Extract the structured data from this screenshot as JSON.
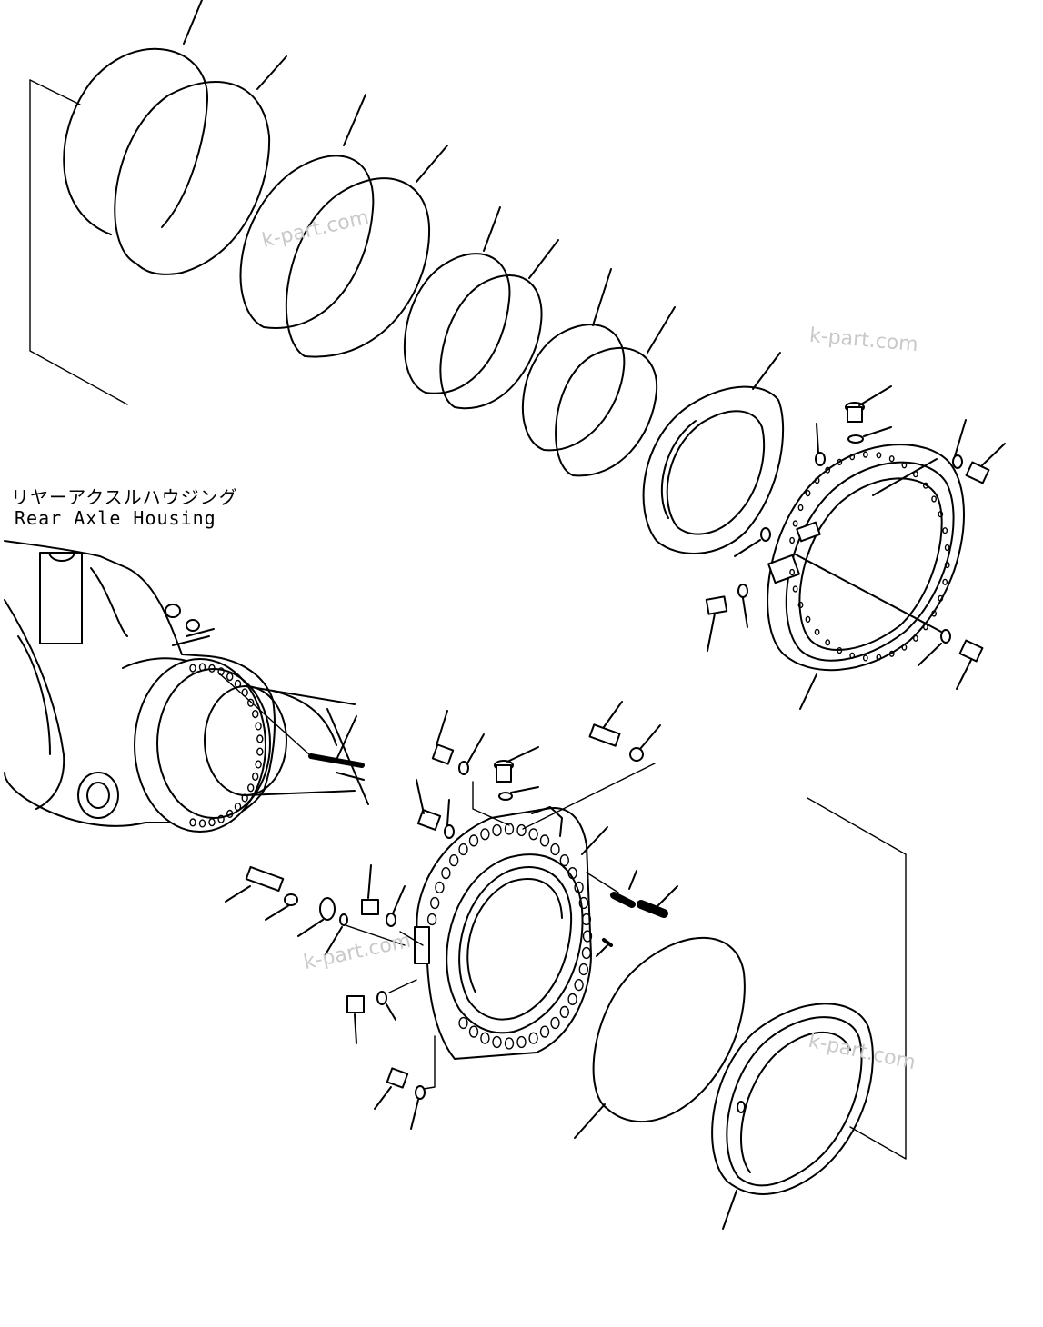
{
  "labels": {
    "housing_jp": "リヤーアクスルハウジング",
    "housing_en": "Rear Axle Housing"
  },
  "watermarks": [
    "k-part.com",
    "k-part.com",
    "k-part.com",
    "k-part.com"
  ],
  "colors": {
    "line": "#000000",
    "background": "#ffffff",
    "watermark": "#c9c9c9"
  }
}
